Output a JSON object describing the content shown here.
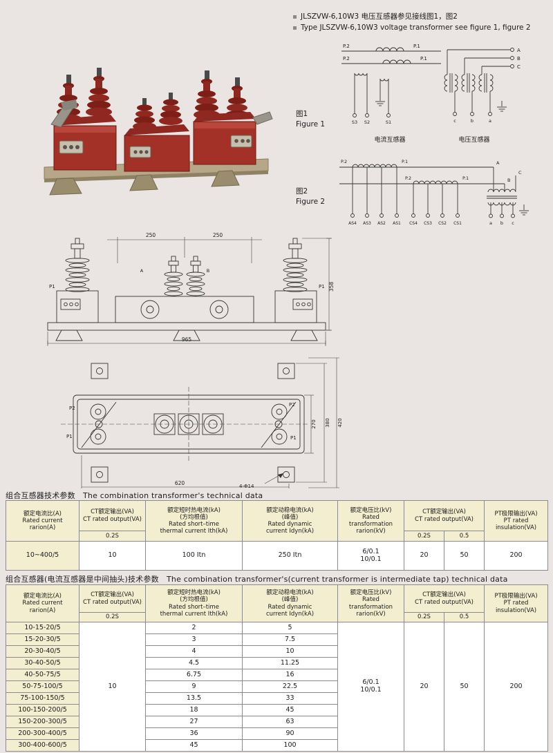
{
  "header": {
    "line1": "JLSZVW-6,10W3  电压互感器参见接线图1，图2",
    "line2": "Type JLSZVW-6,10W3  voltage transformer see figure 1, figure 2"
  },
  "figure1": {
    "label_zh": "图1",
    "label_en": "Figure 1",
    "p2": "P.2",
    "p1": "P.1",
    "A": "A",
    "B": "B",
    "C": "C",
    "s3": "S3",
    "s2": "S2",
    "s1": "S1",
    "c": "c",
    "b": "b",
    "a": "a",
    "caption_ct": "电流互感器",
    "caption_pt": "电压互感器"
  },
  "figure2": {
    "label_zh": "图2",
    "label_en": "Figure 2",
    "p2": "P.2",
    "p1": "P.1",
    "A": "A",
    "B": "B",
    "C": "C",
    "as4": "AS4",
    "as3": "AS3",
    "as2": "AS2",
    "as1": "AS1",
    "cs4": "CS4",
    "cs3": "CS3",
    "cs2": "CS2",
    "cs1": "CS1",
    "a": "a",
    "b": "b",
    "c": "c"
  },
  "drawing_front": {
    "dim_250_left": "250",
    "dim_250_right": "250",
    "dim_height": "358",
    "dim_width": "965",
    "p1_left": "P1",
    "p1_right": "P1",
    "phase_a": "A",
    "phase_b": "B"
  },
  "drawing_plan": {
    "dim_270": "270",
    "dim_380": "380",
    "dim_420": "420",
    "dim_620": "620",
    "holes": "4-Φ14",
    "p2_left": "P2",
    "p1_left": "P1",
    "p2_right": "P2",
    "p1_right": "P1"
  },
  "section1": {
    "title": "组合互感器技术参数　The combination transformer's technical data"
  },
  "section2": {
    "title": "组合互感器(电流互感器是中间抽头)技术参数　The combination transformer's(current transformer is intermediate tap) technical data"
  },
  "table_headers": {
    "ratio": "额定电流比(A)\nRated current\nrarion(A)",
    "ct_out": "CT额定输出(VA)\nCT rated output(VA)",
    "s02": "0.2S",
    "ith": "额定短时热电流(kA)\n(方均根值)\nRated short–time\nthermal current Ith(kA)",
    "idyn": "额定动稳电流(kA)\n(峰值)\nRated dynamic\ncurrent Idyn(kA)",
    "vratio": "额定电压比(kV)\nRated\ntransformation\nrarion(kV)",
    "s05": "0.5",
    "pt": "PT极限输出(VA)\nPT rated\ninsulation(VA)"
  },
  "table1": {
    "row": {
      "ratio": "10~400/5",
      "ct": "10",
      "ith": "100 Itn",
      "idyn": "250 Itn",
      "vratio": "6/0.1\n10/0.1",
      "s02": "20",
      "s05": "50",
      "pt": "200"
    }
  },
  "table2": {
    "merged": {
      "ct": "10",
      "vratio": "6/0.1\n10/0.1",
      "s02": "20",
      "s05": "50",
      "pt": "200"
    },
    "rows": [
      {
        "ratio": "10-15-20/5",
        "ith": "2",
        "idyn": "5"
      },
      {
        "ratio": "15-20-30/5",
        "ith": "3",
        "idyn": "7.5"
      },
      {
        "ratio": "20-30-40/5",
        "ith": "4",
        "idyn": "10"
      },
      {
        "ratio": "30-40-50/5",
        "ith": "4.5",
        "idyn": "11.25"
      },
      {
        "ratio": "40-50-75/5",
        "ith": "6.75",
        "idyn": "16"
      },
      {
        "ratio": "50-75-100/5",
        "ith": "9",
        "idyn": "22.5"
      },
      {
        "ratio": "75-100-150/5",
        "ith": "13.5",
        "idyn": "33"
      },
      {
        "ratio": "100-150-200/5",
        "ith": "18",
        "idyn": "45"
      },
      {
        "ratio": "150-200-300/5",
        "ith": "27",
        "idyn": "63"
      },
      {
        "ratio": "200-300-400/5",
        "ith": "36",
        "idyn": "90"
      },
      {
        "ratio": "300-400-600/5",
        "ith": "45",
        "idyn": "100"
      }
    ]
  }
}
